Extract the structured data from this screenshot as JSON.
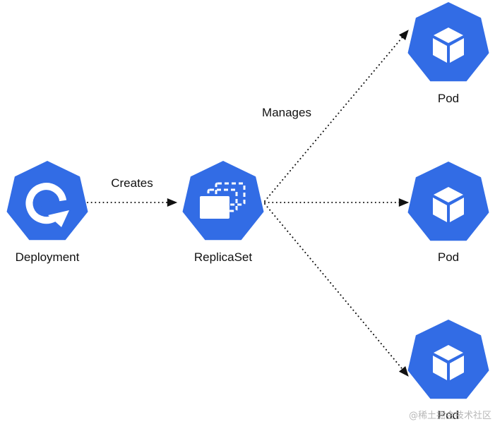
{
  "nodes": {
    "deployment": {
      "label": "Deployment",
      "icon": "deployment-icon"
    },
    "replicaset": {
      "label": "ReplicaSet",
      "icon": "replicaset-icon"
    },
    "pod_1": {
      "label": "Pod",
      "icon": "pod-cube-icon"
    },
    "pod_2": {
      "label": "Pod",
      "icon": "pod-cube-icon"
    },
    "pod_3": {
      "label": "Pod",
      "icon": "pod-cube-icon"
    }
  },
  "edges": {
    "creates": {
      "label": "Creates",
      "from": "Deployment",
      "to": "ReplicaSet",
      "style": "dotted-arrow"
    },
    "manages": {
      "label": "Manages",
      "from": "ReplicaSet",
      "to": [
        "Pod",
        "Pod",
        "Pod"
      ],
      "style": "dotted-arrow"
    }
  },
  "watermark": {
    "text": "@稀土掘金技术社区"
  },
  "colors": {
    "node_fill": "#326CE5",
    "icon_color": "#FFFFFF",
    "line_color": "#111111",
    "text_color": "#111111",
    "background": "#FFFFFF"
  }
}
